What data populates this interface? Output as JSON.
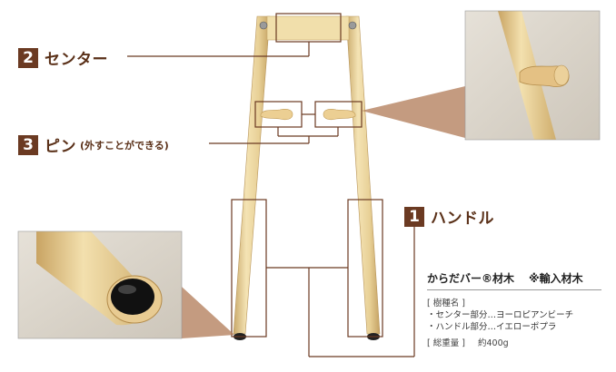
{
  "labels": {
    "center": {
      "number": "2",
      "text": "センター"
    },
    "pin": {
      "number": "3",
      "text": "ピン",
      "sub": "(外すことができる)"
    },
    "handle": {
      "number": "1",
      "text": "ハンドル"
    }
  },
  "info": {
    "title_main": "からだバー®材木",
    "title_note": "※輸入材木",
    "species_heading": "[ 樹種名 ]",
    "species_center": "・センター部分…ヨーロピアンビーチ",
    "species_handle": "・ハンドル部分…イエローポプラ",
    "weight_heading": "[ 総重量 ]",
    "weight_value": "約400g"
  },
  "colors": {
    "accent": "#6b3a22",
    "wood": "#edd9a3",
    "wood_dark": "#d9bd7d",
    "line": "#6b3a22",
    "photo_bg": "#d8d2c8"
  }
}
